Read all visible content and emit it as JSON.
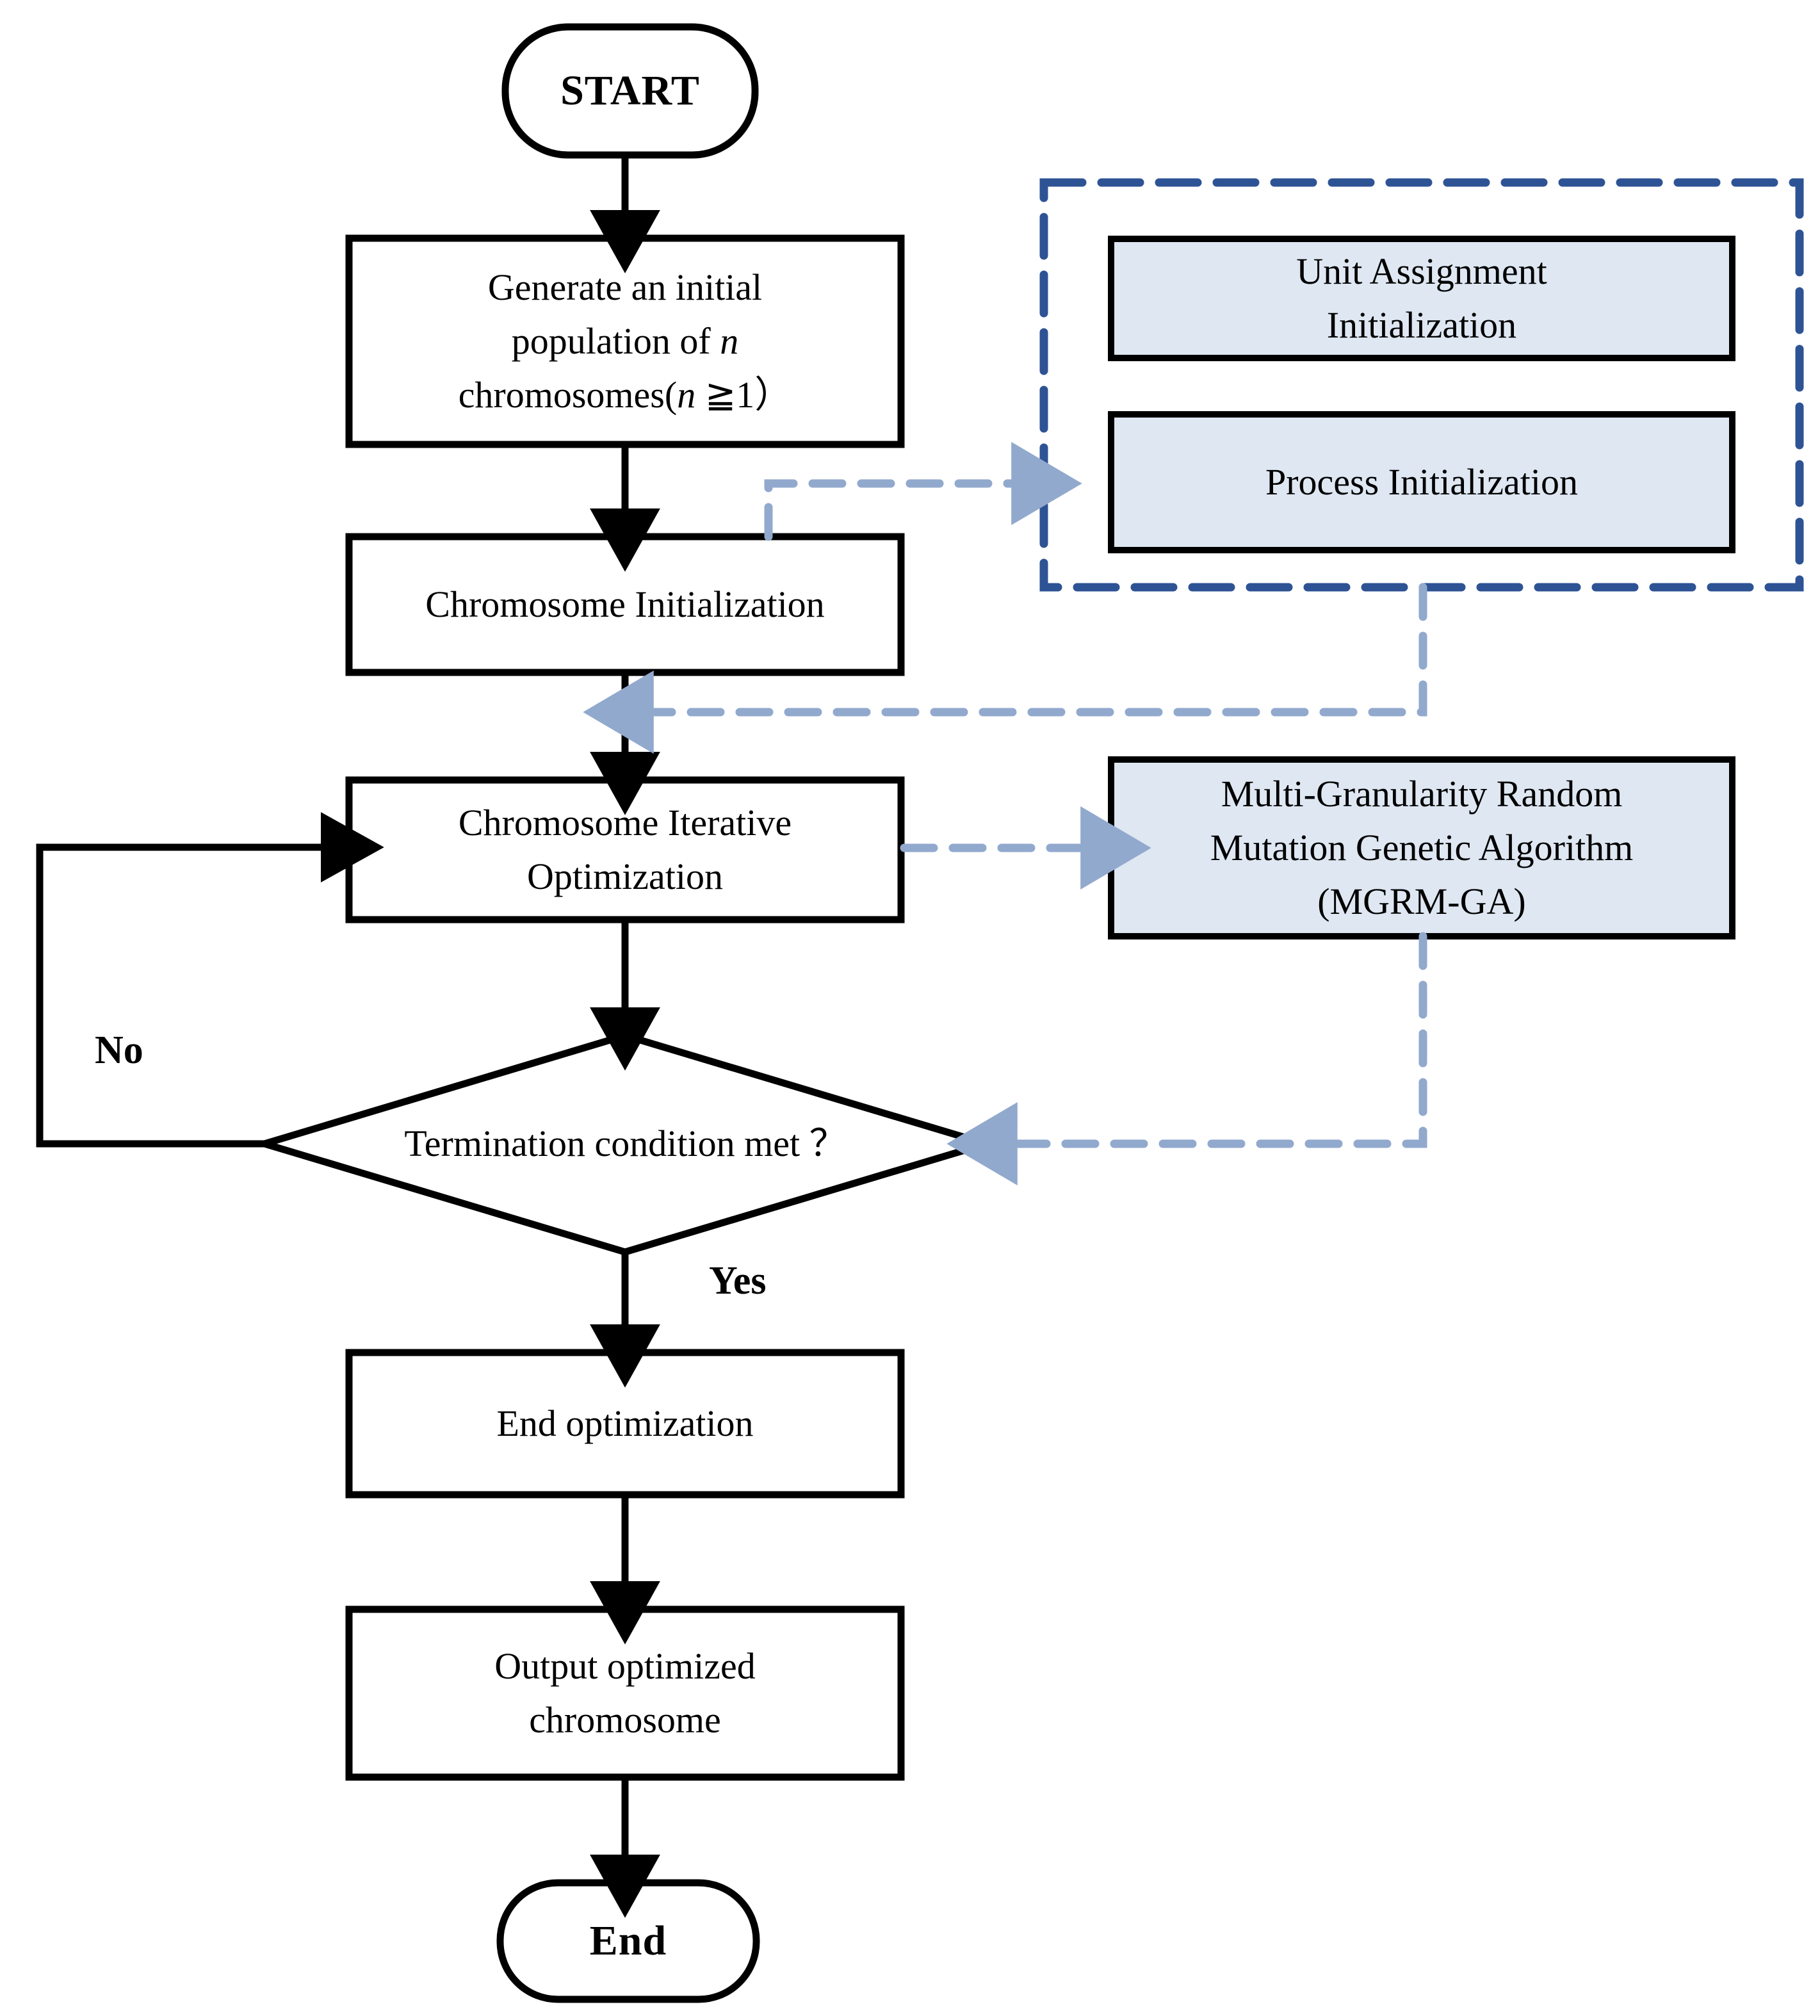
{
  "diagram": {
    "title": "Chromosome optimization flowchart",
    "colors": {
      "flow_stroke": "#000000",
      "dashed_group_border": "#2E5395",
      "dashed_connector": "#92A9CE",
      "blue_box_fill": "#DEE7F2",
      "background": "#FFFFFF"
    },
    "nodes": {
      "start": {
        "label": "START",
        "shape": "terminator"
      },
      "generate_population": {
        "shape": "process",
        "lines": [
          "Generate an initial",
          "population of n",
          "chromosomes(n ≧1）"
        ],
        "line1": "Generate an initial",
        "line2_pre": "population of ",
        "line2_italic": "n",
        "line3_pre": "chromosomes(",
        "line3_italic": "n",
        "line3_post": " ≧1）"
      },
      "chromosome_initialization": {
        "shape": "process",
        "label": "Chromosome Initialization"
      },
      "chromosome_iterative_optimization": {
        "shape": "process",
        "lines": [
          "Chromosome Iterative",
          "Optimization"
        ],
        "line1": "Chromosome Iterative",
        "line2": "Optimization"
      },
      "termination_decision": {
        "shape": "decision",
        "label": "Termination condition met ？"
      },
      "end_optimization": {
        "shape": "process",
        "label": "End optimization"
      },
      "output_chromosome": {
        "shape": "process",
        "lines": [
          "Output optimized",
          "chromosome"
        ],
        "line1": "Output optimized",
        "line2": "chromosome"
      },
      "end": {
        "label": "End",
        "shape": "terminator"
      }
    },
    "annotation_group": {
      "border_style": "dashed",
      "boxes": [
        {
          "id": "unit-assignment-initialization",
          "lines": [
            "Unit Assignment",
            "Initialization"
          ],
          "line1": "Unit Assignment",
          "line2": "Initialization"
        },
        {
          "id": "process-initialization",
          "lines": [
            "Process Initialization"
          ],
          "line1": "Process Initialization"
        }
      ]
    },
    "algorithm_box": {
      "id": "mgrm-ga",
      "lines": [
        "Multi-Granularity Random",
        "Mutation Genetic Algorithm",
        "(MGRM-GA)"
      ],
      "line1": "Multi-Granularity Random",
      "line2": "Mutation Genetic Algorithm",
      "line3": "(MGRM-GA)"
    },
    "edge_labels": {
      "no": "No",
      "yes": "Yes"
    }
  }
}
